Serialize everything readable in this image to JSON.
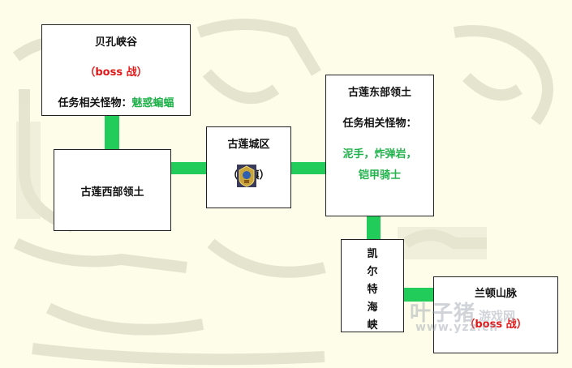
{
  "colors": {
    "background": "#fdfdea",
    "connector": "#22cc5a",
    "boss_red": "#e01818",
    "monster_green": "#22b24c"
  },
  "nodes": {
    "beikong": {
      "name": "贝孔峡谷",
      "boss_open": "（",
      "boss_text": "boss 战",
      "boss_close": "）",
      "quest_label": "任务相关怪物：",
      "quest_monster": "魅惑蝙蝠"
    },
    "gulian_west": {
      "name": "古莲西部领土"
    },
    "gulian_city": {
      "name": "古莲城区",
      "type": "（城镇）",
      "icon": "town-crest-icon"
    },
    "gulian_east": {
      "name": "古莲东部领土",
      "quest_label": "任务相关怪物：",
      "monsters_line1": "泥手，炸弹岩，",
      "monsters_line2": "铠甲骑士"
    },
    "kaier": {
      "chars": [
        "凯",
        "尔",
        "特",
        "海",
        "峡"
      ]
    },
    "landun": {
      "name": "兰顿山脉",
      "boss_open": "（",
      "boss_text": "boss 战",
      "boss_close": "）"
    }
  },
  "watermark": {
    "brand": "叶子猪",
    "suffix": "游戏网",
    "url": "www.yzz.cn"
  }
}
